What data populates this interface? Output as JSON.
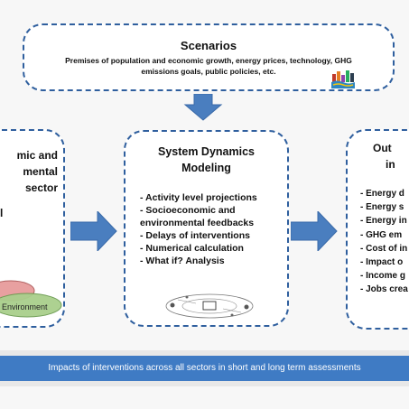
{
  "scenarios": {
    "title": "Scenarios",
    "description": "Premises of population and economic growth, energy prices, technology, GHG emissions goals, public policies, etc."
  },
  "left_panel": {
    "lines": [
      "mic and",
      "mental",
      "sector"
    ],
    "stray": "l",
    "graphic_label": "Environment"
  },
  "center_panel": {
    "title_line1": "System Dynamics",
    "title_line2": "Modeling",
    "items": [
      "- Activity level projections",
      "- Socioeconomic and",
      "environmental feedbacks",
      "- Delays of interventions",
      "- Numerical calculation",
      "-     What if? Analysis"
    ]
  },
  "right_panel": {
    "title_line1": "Out",
    "title_line2": "in",
    "items": [
      "- Energy d",
      "- Energy s",
      "- Energy in",
      "- GHG em",
      "- Cost of in",
      "- Impact o",
      "- Income g",
      "- Jobs crea"
    ]
  },
  "bottom_bar": {
    "text": "Impacts of interventions across all sectors in short and long term assessments"
  },
  "colors": {
    "border": "#2f5f9e",
    "arrow": "#4a7ebf",
    "bar": "#3f7bc4"
  }
}
